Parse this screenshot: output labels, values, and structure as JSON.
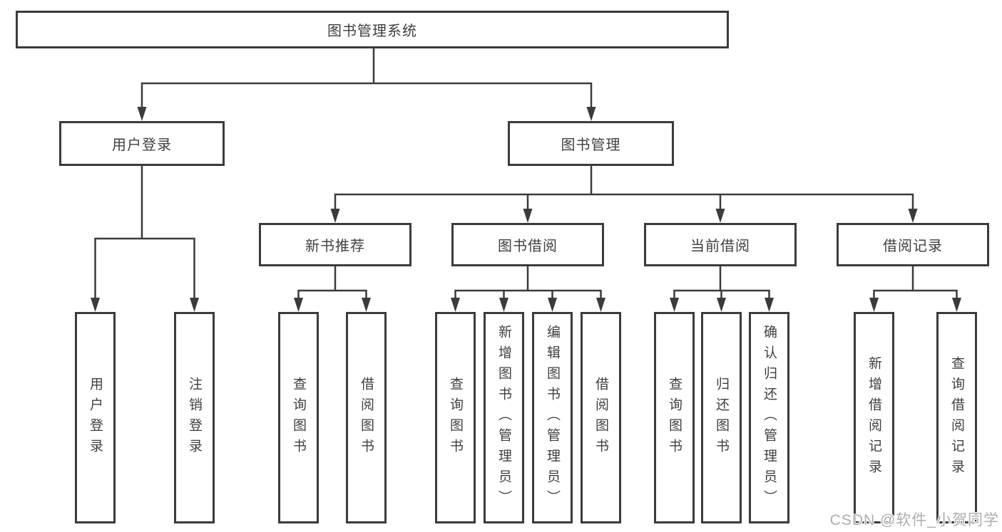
{
  "diagram_title": "图书管理系统",
  "tree": {
    "root": {
      "label": "图书管理系统"
    },
    "login": {
      "label": "用户登录",
      "children": [
        {
          "label": "用户登录"
        },
        {
          "label": "注销登录"
        }
      ]
    },
    "manage": {
      "label": "图书管理",
      "sections": [
        {
          "label": "新书推荐",
          "children": [
            {
              "label": "查询图书"
            },
            {
              "label": "借阅图书"
            }
          ]
        },
        {
          "label": "图书借阅",
          "children": [
            {
              "label": "查询图书"
            },
            {
              "label": "新增图书（管理员）"
            },
            {
              "label": "编辑图书（管理员）"
            },
            {
              "label": "借阅图书"
            }
          ]
        },
        {
          "label": "当前借阅",
          "children": [
            {
              "label": "查询图书"
            },
            {
              "label": "归还图书"
            },
            {
              "label": "确认归还（管理员）"
            }
          ]
        },
        {
          "label": "借阅记录",
          "children": [
            {
              "label": "新增借阅记录"
            },
            {
              "label": "查询借阅记录"
            }
          ]
        }
      ]
    }
  },
  "watermark": {
    "text": "CSDN @软件_小贺同学"
  },
  "colors": {
    "line": "#3b3b3b",
    "text": "#3f3f3f",
    "background": "#ffffff",
    "watermark": "#adadad"
  }
}
